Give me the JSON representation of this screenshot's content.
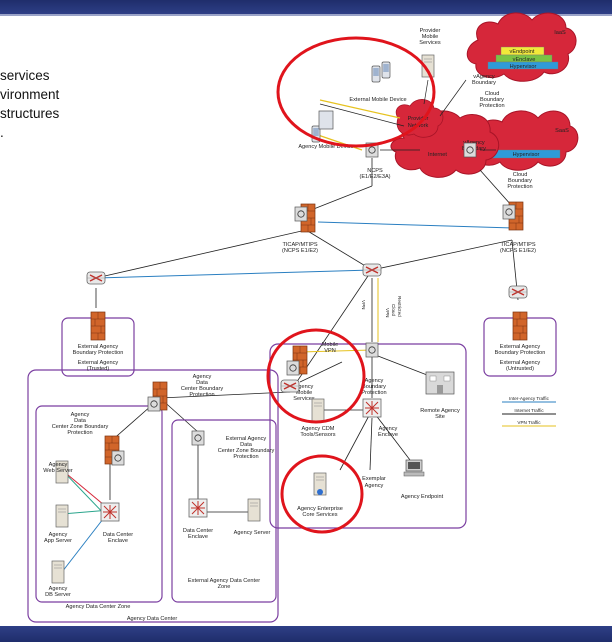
{
  "side_text": [
    "services",
    "vironment",
    "structures",
    "."
  ],
  "clouds": {
    "top": {
      "title": "IaaS",
      "vendpoint": "vEndpoint",
      "venclave": "vEnclave",
      "hypervisor": "Hypervisor"
    },
    "mid": {
      "title": "SaaS",
      "hypervisor": "Hypervisor"
    },
    "internet": "Internet",
    "provider_network": "Provider Network"
  },
  "labels": {
    "provider_mobile": [
      "Provider",
      "Mobile",
      "Services"
    ],
    "external_mobile_device": "External Mobile Device",
    "agency_mobile_device": "Agency Mobile Device",
    "vagency_boundary_1": [
      "vAgency",
      "Boundary"
    ],
    "cloud_boundary_protection_1": [
      "Cloud",
      "Boundary",
      "Protection"
    ],
    "vagency_boundary_2": [
      "vAgency",
      "Boundary"
    ],
    "cloud_boundary_protection_2": [
      "Cloud",
      "Boundary",
      "Protection"
    ],
    "ncps": [
      "NCPS",
      "(E1/E2/E3A)"
    ],
    "ticap_left": [
      "TICAP/MTIPS",
      "(NCPS E1/E2)"
    ],
    "ticap_right": [
      "TICAP/MTIPS",
      "(NCPS E1/E2)"
    ],
    "restricted_cloud_vpn": [
      "Restricted",
      "Cloud",
      "VPN"
    ],
    "vpn": "VPN",
    "mobile_vpn": [
      "Mobile",
      "VPN"
    ],
    "external_trusted": [
      "External Agency",
      "Boundary Protection",
      "",
      "External Agency",
      "(Trusted)"
    ],
    "external_untrusted": [
      "External Agency",
      "Boundary Protection",
      "",
      "External Agency",
      "(Untrusted)"
    ],
    "agency_mobile_services": [
      "Agency",
      "Mobile",
      "Services"
    ],
    "agency_boundary_protection": [
      "Agency",
      "Boundary",
      "Protection"
    ],
    "remote_agency_site": [
      "Remote Agency",
      "Site"
    ],
    "agency_cdm": [
      "Agency CDM",
      "Tools/Sensors"
    ],
    "agency_enclave": [
      "Agency",
      "Enclave"
    ],
    "agency_endpoint": "Agency Endpoint",
    "exemplar_agency": [
      "Exemplar",
      "Agency"
    ],
    "enterprise_core": [
      "Agency Enterprise",
      "Core Services"
    ],
    "dc_boundary": [
      "Agency",
      "Data",
      "Center Boundary",
      "Protection"
    ],
    "dc_zone_boundary": [
      "Agency",
      "Data",
      "Center Zone Boundary",
      "Protection"
    ],
    "web_server": [
      "Agency",
      "Web Server"
    ],
    "app_server": [
      "Agency",
      "App Server"
    ],
    "db_server": [
      "Agency",
      "DB Server"
    ],
    "dc_enclave": [
      "Data Center",
      "Enclave"
    ],
    "agency_dc_zone": "Agency Data Center Zone",
    "agency_dc": "Agency Data Center",
    "ext_dc_zone_boundary": [
      "External Agency",
      "Data",
      "Center Zone Boundary",
      "Protection"
    ],
    "ext_dc_enclave": [
      "Data Center",
      "Enclave"
    ],
    "agency_server": "Agency Server",
    "ext_dc_zone": [
      "External Agency Data Center",
      "Zone"
    ]
  },
  "legend": [
    {
      "label": "Inter-Agency Traffic",
      "color": "#2a7fc1"
    },
    {
      "label": "Internet Traffic",
      "color": "#222222"
    },
    {
      "label": "VPN Traffic",
      "color": "#e6c21f"
    }
  ],
  "colors": {
    "bar": "#26357a",
    "cloud": "#d6273a",
    "zone_border": "#7b3fa1",
    "highlight": "#e0141c",
    "firewall": "#d1652a"
  }
}
